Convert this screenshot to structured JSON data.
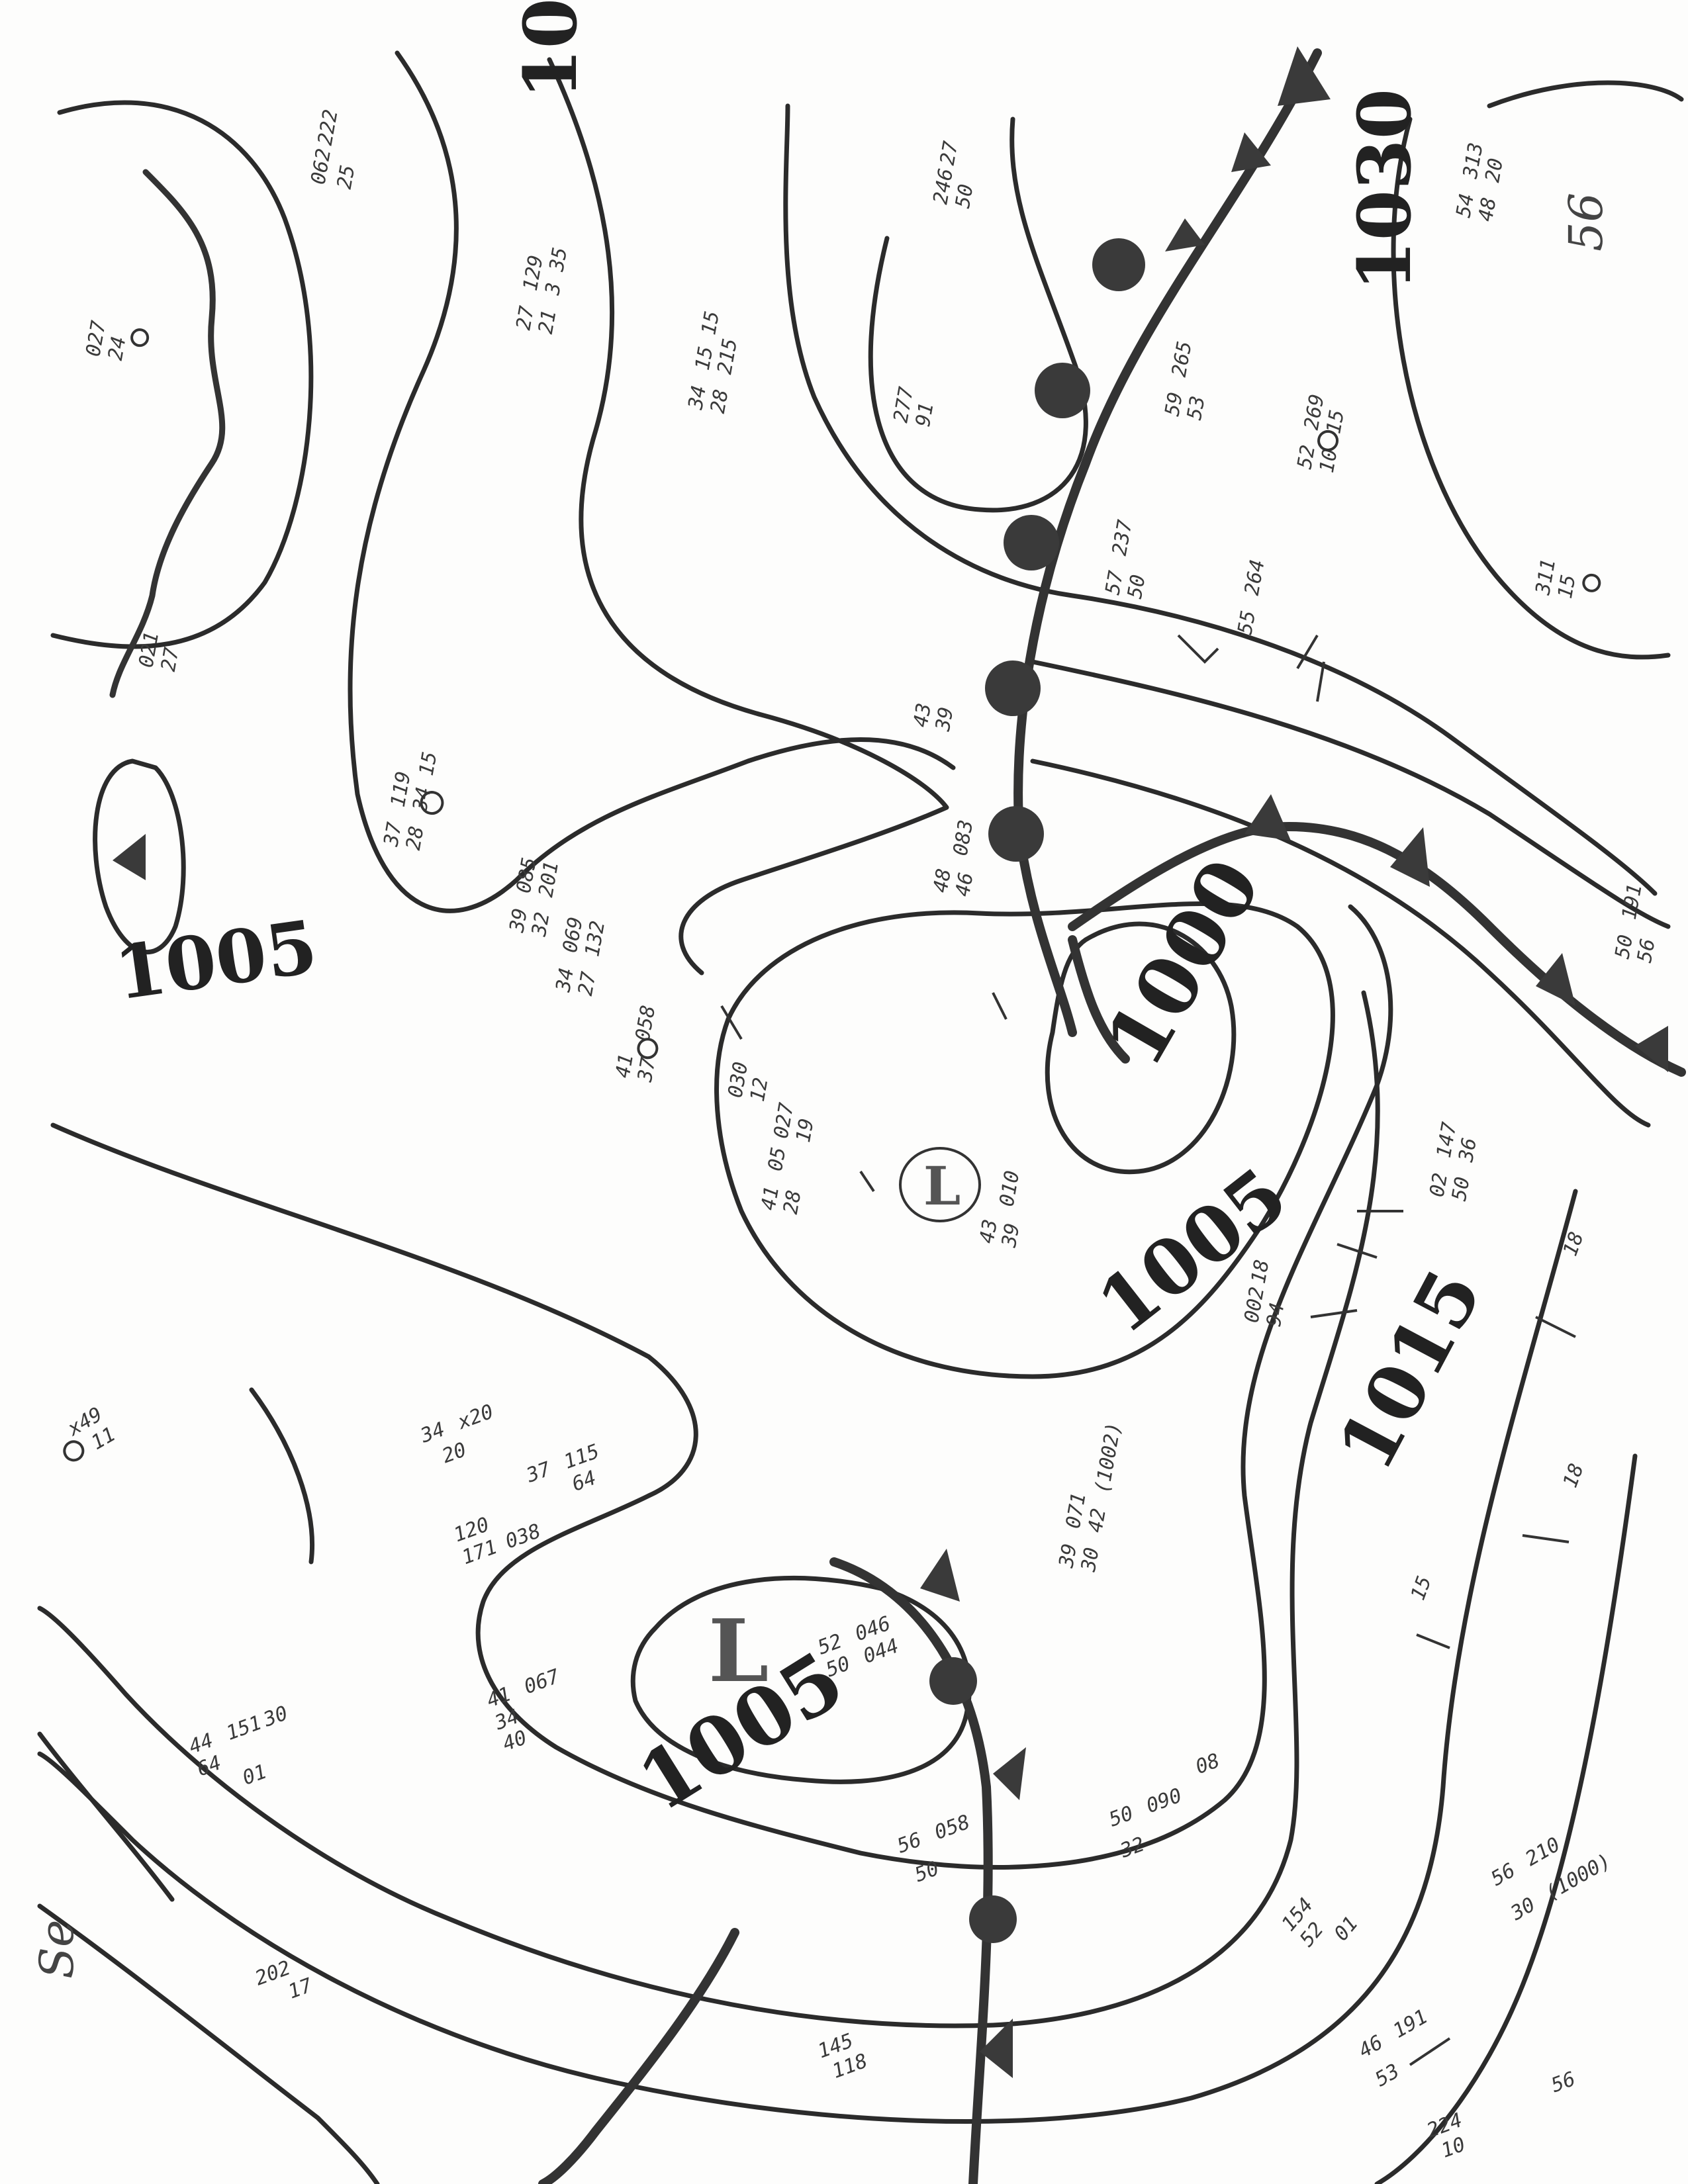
{
  "map": {
    "isobar_labels": [
      {
        "id": "1005-west",
        "text": "1005"
      },
      {
        "id": "10-top",
        "text": "10"
      },
      {
        "id": "1030",
        "text": "1030"
      },
      {
        "id": "1000",
        "text": "1000"
      },
      {
        "id": "1005-center",
        "text": "1005"
      },
      {
        "id": "1015",
        "text": "1015"
      },
      {
        "id": "1005-south",
        "text": "1005"
      }
    ],
    "low_centers": [
      {
        "id": "low-north",
        "text": "L"
      },
      {
        "id": "low-south",
        "text": "L"
      }
    ],
    "margin_notes": [
      {
        "id": "top-right-mark",
        "text": "56"
      },
      {
        "id": "left-mark",
        "text": "Se"
      }
    ],
    "station_plots": [
      {
        "id": "s1",
        "lines": [
          "34",
          "28",
          "15 15",
          "215"
        ]
      },
      {
        "id": "s2",
        "lines": [
          "27",
          "21",
          "129",
          "3 35"
        ]
      },
      {
        "id": "s3",
        "lines": [
          "37",
          "28",
          "119",
          "34 15"
        ]
      },
      {
        "id": "s4",
        "lines": [
          "39",
          "32",
          "085",
          "201"
        ]
      },
      {
        "id": "s5",
        "lines": [
          "34",
          "27",
          "069",
          "132"
        ]
      },
      {
        "id": "s6",
        "lines": [
          "41",
          "37",
          "058"
        ]
      },
      {
        "id": "s7",
        "lines": [
          "030",
          "12"
        ]
      },
      {
        "id": "s8",
        "lines": [
          "41",
          "28",
          "05",
          "027",
          "19"
        ]
      },
      {
        "id": "s9",
        "lines": [
          "43",
          "39",
          "010"
        ]
      },
      {
        "id": "s10",
        "lines": [
          "48",
          "46",
          "083"
        ]
      },
      {
        "id": "s11",
        "lines": [
          "43",
          "39"
        ]
      },
      {
        "id": "s12",
        "lines": [
          "59",
          "53",
          "265"
        ]
      },
      {
        "id": "s13",
        "lines": [
          "52",
          "10",
          "269",
          "15"
        ]
      },
      {
        "id": "s14",
        "lines": [
          "54",
          "48",
          "313",
          "20"
        ]
      },
      {
        "id": "s15",
        "lines": [
          "57",
          "50",
          "237"
        ]
      },
      {
        "id": "s16",
        "lines": [
          "55",
          "264"
        ]
      },
      {
        "id": "s17",
        "lines": [
          "311",
          "15"
        ]
      },
      {
        "id": "s18",
        "lines": [
          "50",
          "56",
          "191"
        ]
      },
      {
        "id": "s19",
        "lines": [
          "02",
          "50",
          "147",
          "36"
        ]
      },
      {
        "id": "s20",
        "lines": [
          "002",
          "94",
          "18"
        ]
      },
      {
        "id": "s21",
        "lines": [
          "39",
          "30",
          "071",
          "42",
          "(1002)"
        ]
      },
      {
        "id": "s22",
        "lines": [
          "34",
          "x20",
          "20"
        ]
      },
      {
        "id": "s23",
        "lines": [
          "37",
          "115",
          "64"
        ]
      },
      {
        "id": "s24",
        "lines": [
          "120",
          "171",
          "038"
        ]
      },
      {
        "id": "s25",
        "lines": [
          "41",
          "34",
          "067",
          "40"
        ]
      },
      {
        "id": "s26",
        "lines": [
          "52",
          "046",
          "50",
          "044"
        ]
      },
      {
        "id": "s27",
        "lines": [
          "44",
          "151",
          "30",
          "64",
          "01"
        ]
      },
      {
        "id": "s28",
        "lines": [
          "x49",
          "11"
        ]
      },
      {
        "id": "s29",
        "lines": [
          "202",
          "17"
        ]
      },
      {
        "id": "s30",
        "lines": [
          "56",
          "058",
          "50"
        ]
      },
      {
        "id": "s31",
        "lines": [
          "50",
          "090",
          "32",
          "08"
        ]
      },
      {
        "id": "s32",
        "lines": [
          "154",
          "52",
          "01"
        ]
      },
      {
        "id": "s33",
        "lines": [
          "56",
          "210",
          "30",
          "(1000)"
        ]
      },
      {
        "id": "s34",
        "lines": [
          "46",
          "191",
          "53"
        ]
      },
      {
        "id": "s35",
        "lines": [
          "145",
          "118"
        ]
      },
      {
        "id": "s36",
        "lines": [
          "224",
          "10",
          "56"
        ]
      },
      {
        "id": "s37",
        "lines": [
          "18"
        ]
      },
      {
        "id": "s38",
        "lines": [
          "18"
        ]
      },
      {
        "id": "s39",
        "lines": [
          "15"
        ]
      },
      {
        "id": "s40",
        "lines": [
          "021",
          "27"
        ]
      },
      {
        "id": "s41",
        "lines": [
          "062",
          "222",
          "25"
        ]
      },
      {
        "id": "s42",
        "lines": [
          "027",
          "24"
        ]
      },
      {
        "id": "s43",
        "lines": [
          "246",
          "50",
          "27"
        ]
      },
      {
        "id": "s44",
        "lines": [
          "277",
          "91"
        ]
      }
    ]
  }
}
